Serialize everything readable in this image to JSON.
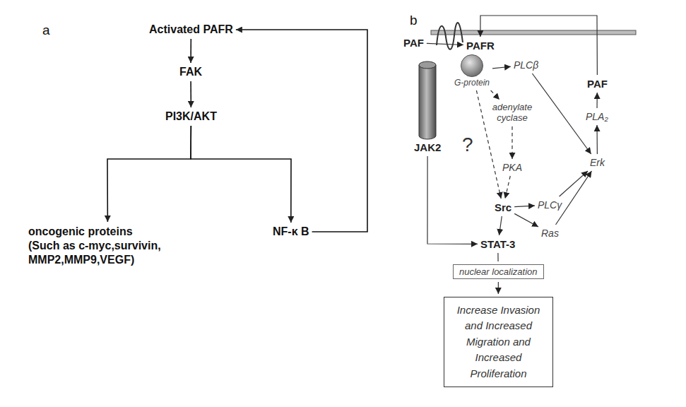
{
  "diagram": {
    "nodes": [
      {
        "text": [
          "Activated PAFR"
        ]
      },
      {
        "text": [
          "FAK"
        ]
      },
      {
        "text": [
          "PI3K/AKT"
        ]
      },
      {
        "text": [
          "oncogenic proteins",
          "(Such as c-myc,survivin, MMP2,MMP9,VEGF)"
        ]
      },
      {
        "text": [
          "NF-κ B"
        ]
      },
      {
        "text": [
          "PAF"
        ]
      },
      {
        "text": [
          "PAFR"
        ]
      },
      {
        "text": [
          "G-protein"
        ]
      },
      {
        "text": [
          "PLCβ"
        ]
      },
      {
        "text": [
          "adenylate cyclase"
        ]
      },
      {
        "text": [
          "PKA"
        ]
      },
      {
        "text": [
          "JAK2"
        ]
      },
      {
        "text": [
          "Src"
        ]
      },
      {
        "text": [
          "PLCγ"
        ]
      },
      {
        "text": [
          "Ras"
        ]
      },
      {
        "text": [
          "STAT-3"
        ]
      },
      {
        "text": [
          "Erk"
        ]
      },
      {
        "text": [
          "PLA₂"
        ]
      },
      {
        "text": [
          "PAF"
        ]
      },
      {
        "text": [
          "nuclear localization"
        ]
      },
      {
        "text": [
          "Increase Invasion and Increased Migration and Increased Proliferation"
        ]
      }
    ],
    "edges": [
      {
        "from": 0,
        "to": 1,
        "arrow": "to"
      },
      {
        "from": 1,
        "to": 2,
        "arrow": "to"
      },
      {
        "from": 2,
        "to": 3,
        "arrow": "to"
      },
      {
        "from": 2,
        "to": 4,
        "arrow": "to"
      },
      {
        "from": 4,
        "to": 0,
        "arrow": "to"
      },
      {
        "from": 5,
        "to": 6,
        "arrow": "to"
      },
      {
        "from": 7,
        "to": 8,
        "arrow": "to"
      },
      {
        "from": 7,
        "to": 9,
        "arrow": "to"
      },
      {
        "from": 9,
        "to": 10,
        "arrow": "to"
      },
      {
        "from": 7,
        "to": 12,
        "arrow": "to"
      },
      {
        "from": 10,
        "to": 12,
        "arrow": "to"
      },
      {
        "from": 11,
        "to": 15,
        "arrow": "to"
      },
      {
        "from": 12,
        "to": 15,
        "arrow": "to"
      },
      {
        "from": 12,
        "to": 13,
        "arrow": "to"
      },
      {
        "from": 12,
        "to": 14,
        "arrow": "to"
      },
      {
        "from": 13,
        "to": 16,
        "arrow": "to"
      },
      {
        "from": 14,
        "to": 16,
        "arrow": "to"
      },
      {
        "from": 8,
        "to": 16,
        "arrow": "to"
      },
      {
        "from": 16,
        "to": 17,
        "arrow": "to"
      },
      {
        "from": 17,
        "to": 18,
        "arrow": "to"
      },
      {
        "from": 18,
        "to": 6,
        "arrow": "to"
      },
      {
        "from": 15,
        "to": 19,
        "arrow": "none"
      },
      {
        "from": 19,
        "to": 20,
        "arrow": "to"
      }
    ],
    "labels": [
      "a",
      "b",
      "?"
    ]
  }
}
